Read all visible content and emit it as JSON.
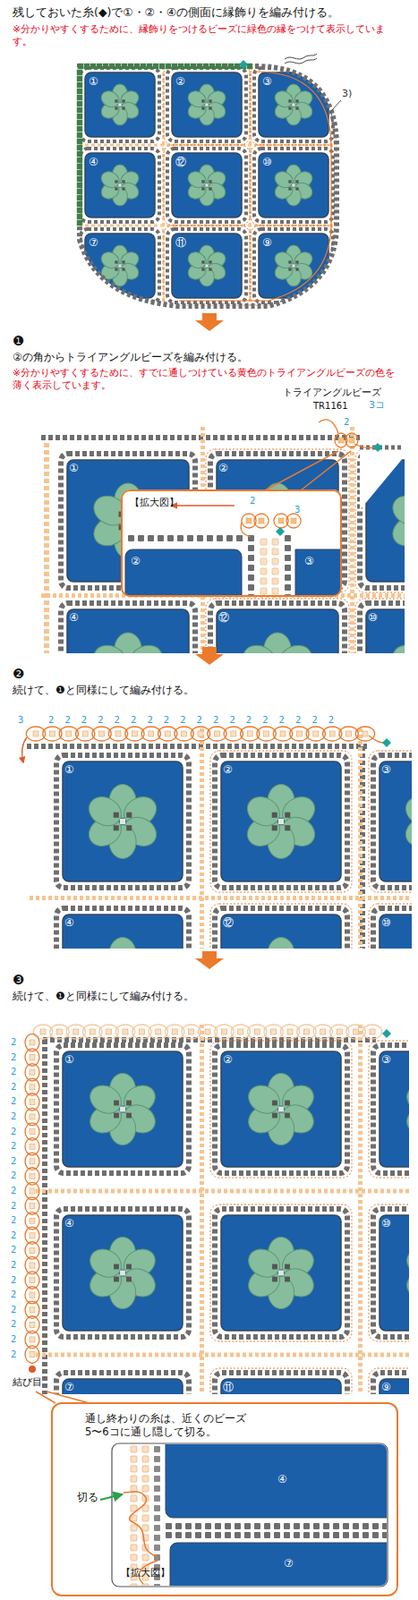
{
  "diagram": {
    "title": "残しておいた糸(◆)で①・②・④の側面に縁飾りを編み付ける。",
    "nodes": [
      {
        "text": [
          "【拡大図】"
        ]
      },
      {
        "text": [
          "通し終わりの糸は、近くのビーズ 5〜6コに通し隠して切る。",
          "【拡大図】"
        ]
      }
    ],
    "labels": [
      "※分かりやすくするために、縁飾りをつけるビーズに緑色の縁をつけて表示しています。",
      "①",
      "②",
      "③",
      "④",
      "⑫",
      "⑩",
      "⑦",
      "⑪",
      "⑨",
      "3)",
      "❶",
      "②の角からトライアングルビーズを編み付ける。",
      "※分かりやすくするために、すでに通しつけている黄色のトライアングルビーズの色を薄く表示しています。",
      "トライアングルビーズ",
      "TR1161",
      "3コ",
      "2",
      "2",
      "3",
      "②",
      "③",
      "①",
      "②",
      "③",
      "④",
      "⑫",
      "⑩",
      "❷",
      "続けて、❶と同様にして編み付ける。",
      "3",
      "2",
      "2",
      "2",
      "2",
      "2",
      "2",
      "2",
      "2",
      "2",
      "2",
      "2",
      "2",
      "2",
      "2",
      "2",
      "2",
      "2",
      "2",
      "①",
      "②",
      "③",
      "④",
      "⑫",
      "⑩",
      "❸",
      "続けて、❶と同様にして編み付ける。",
      "2",
      "2",
      "2",
      "2",
      "2",
      "2",
      "2",
      "2",
      "2",
      "2",
      "2",
      "2",
      "2",
      "2",
      "2",
      "2",
      "2",
      "2",
      "2",
      "2",
      "2",
      "2",
      "結び目",
      "①",
      "②",
      "③",
      "④",
      "⑩",
      "⑦",
      "⑪",
      "⑨",
      "切る",
      "④",
      "⑦"
    ]
  }
}
